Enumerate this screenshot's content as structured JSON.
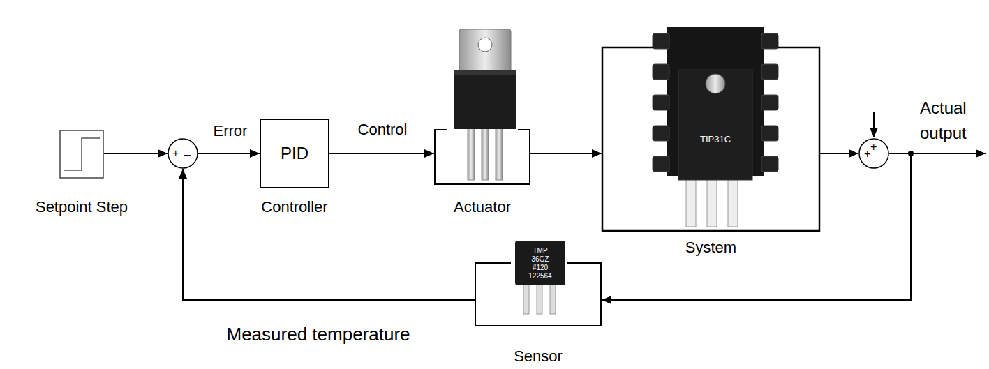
{
  "diagram": {
    "nodes": [
      {
        "text": [
          "Setpoint Step"
        ]
      },
      {
        "text": [
          "+",
          "_"
        ]
      },
      {
        "text": [
          "PID",
          "Controller"
        ]
      },
      {
        "text": [
          "Actuator"
        ]
      },
      {
        "text": [
          "System"
        ]
      },
      {
        "text": [
          "+",
          "+"
        ]
      },
      {
        "text": [
          "Sensor"
        ]
      }
    ],
    "edges": [
      {
        "from": 0,
        "to": 1,
        "arrow": "to"
      },
      {
        "from": 1,
        "to": 2,
        "label": "Error",
        "arrow": "to"
      },
      {
        "from": 2,
        "to": 3,
        "label": "Control",
        "arrow": "to"
      },
      {
        "from": 3,
        "to": 4,
        "arrow": "to"
      },
      {
        "from": 4,
        "to": 5,
        "arrow": "to"
      },
      {
        "from": 5,
        "to": 6,
        "arrow": "to"
      },
      {
        "from": 6,
        "to": 1,
        "label": "Measured temperature",
        "arrow": "to"
      }
    ],
    "labels": [
      "Actual output",
      "TIP31C",
      "TMP",
      "36GZ",
      "#120",
      "122564"
    ]
  }
}
